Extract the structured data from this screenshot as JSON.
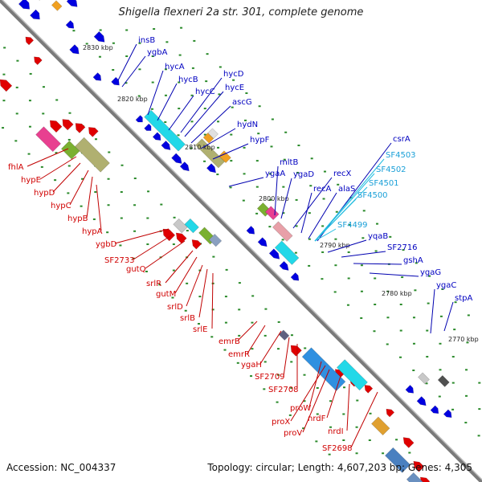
{
  "title": "Shigella flexneri 2a str. 301, complete genome",
  "accession": "Accession: NC_004337",
  "topology": "Topology: circular; Length: 4,607,203 bp; Genes: 4,305",
  "colors": {
    "forward": "#0000e0",
    "reverse": "#e00000",
    "cyan": "#22bde0",
    "backbone": "#808080"
  },
  "ticks": [
    "2830 kbp",
    "2820 kbp",
    "2810 kbp",
    "2800 kbp",
    "2790 kbp",
    "2780 kbp",
    "2770 kbp"
  ],
  "genes_forward": [
    "insB",
    "ygbA",
    "hycA",
    "hycB",
    "hycC",
    "hycD",
    "hycE",
    "ascG",
    "hydN",
    "hypF",
    "ygaA",
    "mltB",
    "ygaD",
    "recX",
    "recA",
    "alaS",
    "csrA",
    "yqaB",
    "SF2716",
    "gshA",
    "ygaG",
    "ygaC",
    "stpA"
  ],
  "genes_cyan": [
    "SF4503",
    "SF4502",
    "SF4501",
    "SF4500",
    "SF4499"
  ],
  "genes_reverse": [
    "fhlA",
    "hypE",
    "hypD",
    "hypC",
    "hypB",
    "hypA",
    "ygbD",
    "SF2733",
    "gutQ",
    "srlR",
    "gutM",
    "srlD",
    "srlB",
    "srlE",
    "emrB",
    "emrR",
    "ygaH",
    "SF2709",
    "SF2708",
    "proW",
    "proX",
    "proV",
    "nrdF",
    "nrdI",
    "SF2698"
  ]
}
